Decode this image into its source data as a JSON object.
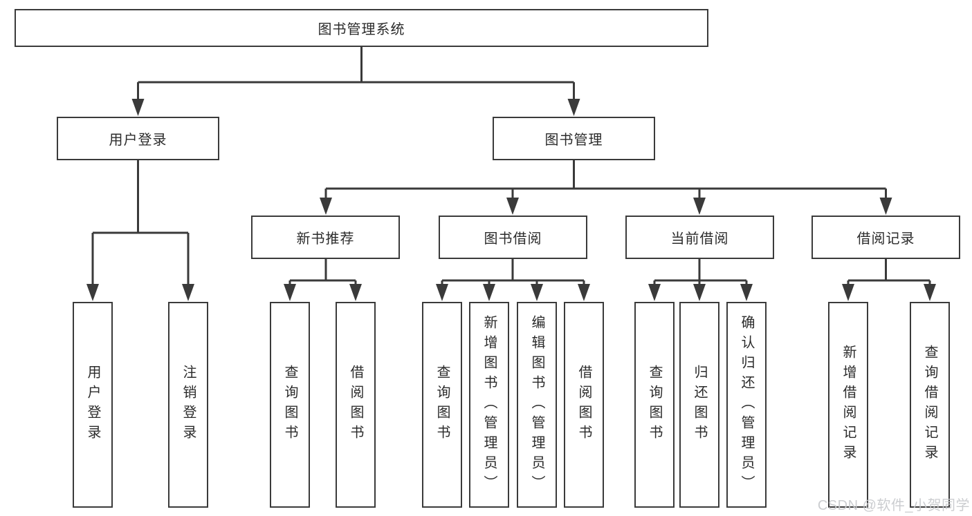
{
  "diagram": {
    "root": {
      "label": "图书管理系统"
    },
    "user_login": {
      "label": "用户登录",
      "children": [
        {
          "label": "用户登录"
        },
        {
          "label": "注销登录"
        }
      ]
    },
    "book_management": {
      "label": "图书管理",
      "groups": [
        {
          "label": "新书推荐",
          "children": [
            {
              "label": "查询图书"
            },
            {
              "label": "借阅图书"
            }
          ]
        },
        {
          "label": "图书借阅",
          "children": [
            {
              "label": "查询图书"
            },
            {
              "label": "新增图书（管理员）"
            },
            {
              "label": "编辑图书（管理员）"
            },
            {
              "label": "借阅图书"
            }
          ]
        },
        {
          "label": "当前借阅",
          "children": [
            {
              "label": "查询图书"
            },
            {
              "label": "归还图书"
            },
            {
              "label": "确认归还（管理员）"
            }
          ]
        },
        {
          "label": "借阅记录",
          "children": [
            {
              "label": "新增借阅记录"
            },
            {
              "label": "查询借阅记录"
            }
          ]
        }
      ]
    }
  },
  "watermark": "CSDN @软件_小贺同学",
  "colors": {
    "line": "#3a3a3a",
    "text": "#2b2b2b",
    "background": "#ffffff",
    "watermark": "#c9cbce"
  }
}
